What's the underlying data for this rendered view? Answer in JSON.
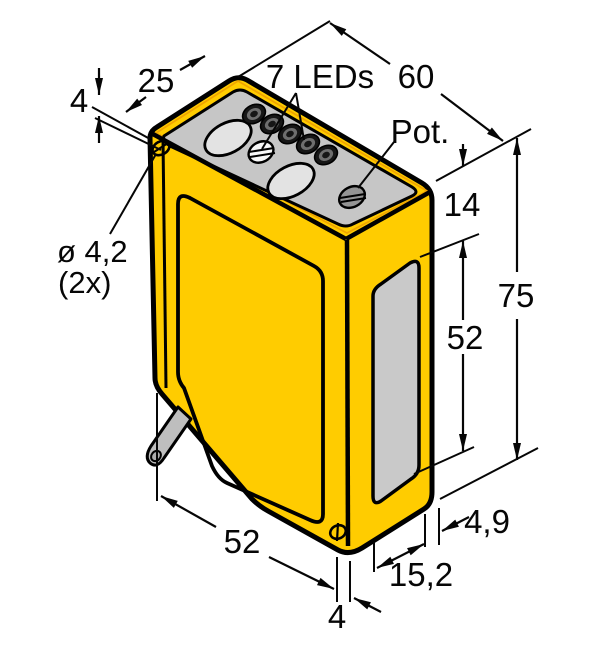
{
  "drawing": {
    "subject": "photoelectric-sensor-housing-isometric-dimension-drawing",
    "colors": {
      "housing_yellow": "#FFCC00",
      "top_panel_gray": "#C6C6C6",
      "lens_gray": "#E3E3E3",
      "slot_gray": "#C9C9C9",
      "cable_gray": "#BEBEBE",
      "edge_highlight_orange": "#F0A500",
      "line_black": "#000000",
      "background": "#FFFFFF"
    },
    "dims": {
      "top_wall": "4",
      "top_depth": "25",
      "top_width": "60",
      "head_height": "14",
      "total_height": "75",
      "slot_height": "52",
      "slot_offset": "4,9",
      "slot_width": "15,2",
      "bottom_edge": "52",
      "hole_edge_offset": "4"
    },
    "callouts": {
      "leds": "7 LEDs",
      "pot": "Pot.",
      "hole_diameter": "ø 4,2",
      "hole_quantity": "(2x)"
    },
    "features": [
      "receiver-lens",
      "emitter-lens",
      "led-indicator-row",
      "clamp-screw",
      "potentiometer-screw",
      "mounting-hole-top",
      "mounting-hole-bottom",
      "dovetail-slot",
      "cable-exit"
    ]
  }
}
